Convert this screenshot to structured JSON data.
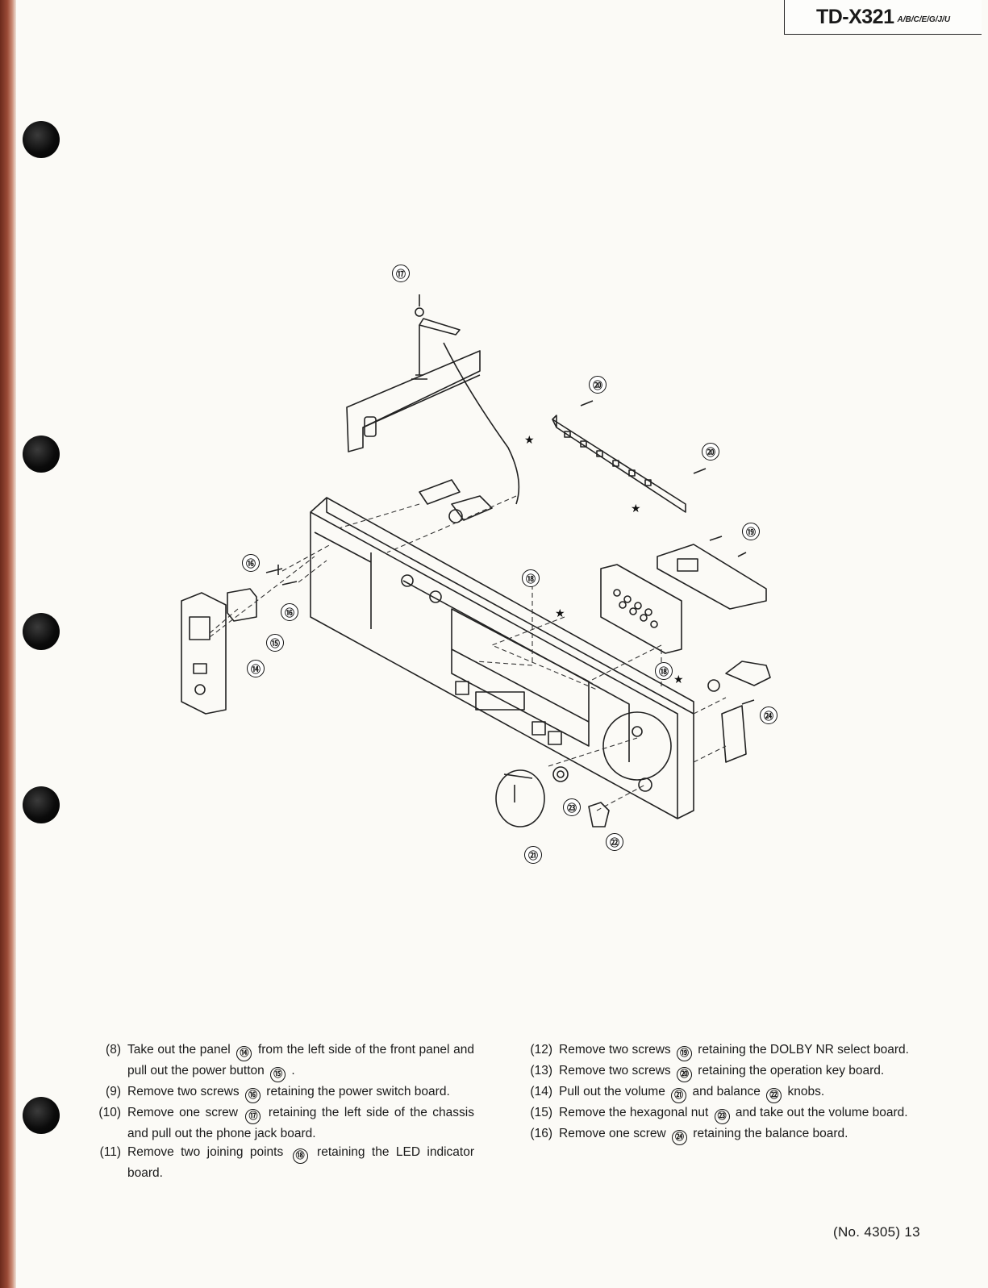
{
  "header": {
    "model": "TD-X321",
    "suffix": "A/B/C/E/G/J/U"
  },
  "diagram": {
    "callouts": [
      "⑰",
      "⑳",
      "⑳",
      "⑲",
      "⑯",
      "⑯",
      "⑮",
      "⑭",
      "⑱",
      "⑱",
      "㉔",
      "㉓",
      "㉒",
      "㉑"
    ]
  },
  "steps_left": [
    {
      "num": "(8)",
      "parts": [
        "Take out the panel",
        "⑭",
        "from the left side of the front panel and pull out the power button",
        "⑮",
        "."
      ]
    },
    {
      "num": "(9)",
      "parts": [
        "Remove two screws",
        "⑯",
        "retaining the power switch board."
      ]
    },
    {
      "num": "(10)",
      "parts": [
        "Remove one screw",
        "⑰",
        "retaining the left side of the chassis and pull out the phone jack board."
      ]
    },
    {
      "num": "(11)",
      "parts": [
        "Remove two joining points",
        "⑱",
        "retaining the LED indicator board."
      ]
    }
  ],
  "steps_right": [
    {
      "num": "(12)",
      "parts": [
        "Remove two screws",
        "⑲",
        "retaining the DOLBY NR select board."
      ]
    },
    {
      "num": "(13)",
      "parts": [
        "Remove two screws",
        "⑳",
        "retaining the operation key board."
      ]
    },
    {
      "num": "(14)",
      "parts": [
        "Pull out the volume",
        "㉑",
        "and balance",
        "㉒",
        "knobs."
      ]
    },
    {
      "num": "(15)",
      "parts": [
        "Remove the hexagonal nut",
        "㉓",
        "and take out the volume board."
      ]
    },
    {
      "num": "(16)",
      "parts": [
        "Remove one screw",
        "㉔",
        "retaining the balance board."
      ]
    }
  ],
  "footer": {
    "doc_number": "(No. 4305)",
    "page": "13"
  }
}
